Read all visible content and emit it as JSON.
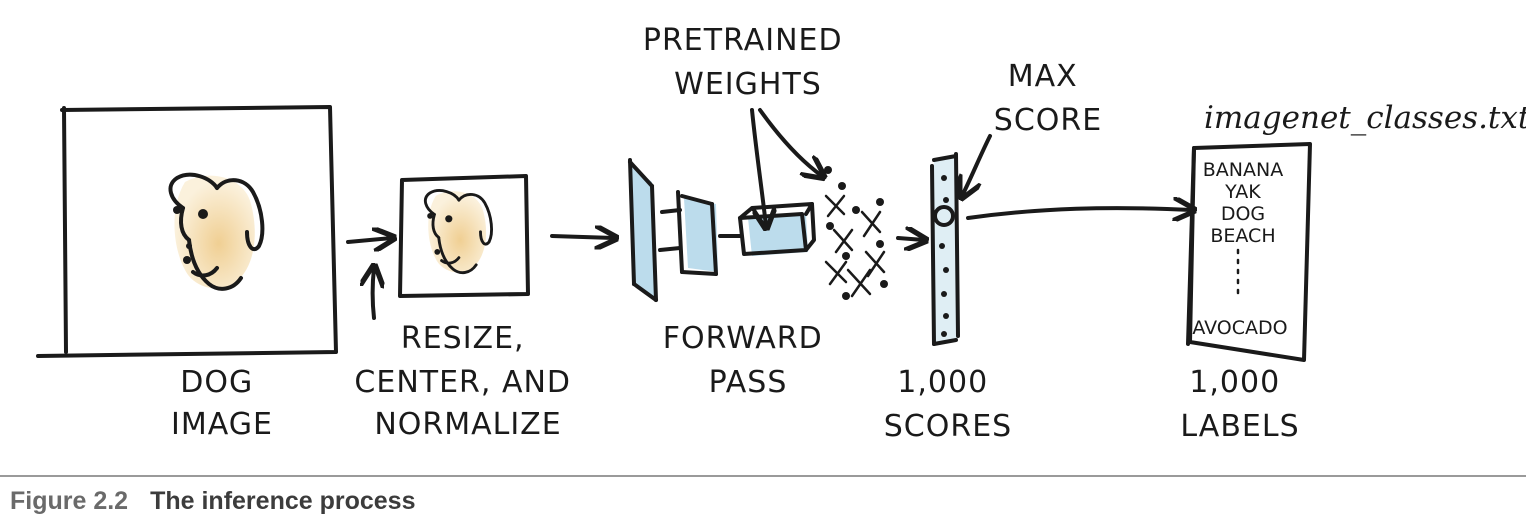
{
  "labels": {
    "dog_image": [
      "DOG",
      "IMAGE"
    ],
    "resize": [
      "RESIZE,",
      "CENTER, AND",
      "NORMALIZE"
    ],
    "pretrained": [
      "PRETRAINED",
      "WEIGHTS"
    ],
    "forward": [
      "FORWARD",
      "PASS"
    ],
    "max_score": [
      "MAX",
      "SCORE"
    ],
    "scores": [
      "1,000",
      "SCORES"
    ],
    "labels_caption": [
      "1,000",
      "LABELS"
    ],
    "filename": "imagenet_classes.txt"
  },
  "class_list": {
    "items": [
      "BANANA",
      "YAK",
      "DOG",
      "BEACH"
    ],
    "last": "AVOCADO"
  },
  "caption": {
    "number": "Figure 2.2",
    "text": "The inference process"
  },
  "colors": {
    "ink": "#1a1a1a",
    "layer_fill": "#bcdcec",
    "dog_face": "#f3ddb0"
  }
}
